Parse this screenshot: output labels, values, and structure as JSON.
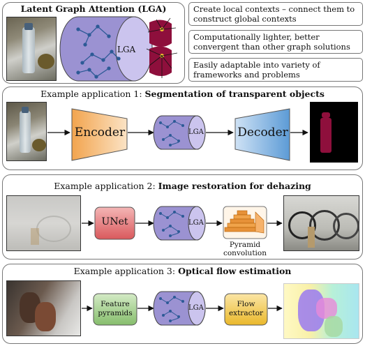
{
  "lga_panel": {
    "title": "Latent Graph Attention (LGA)",
    "cylinder_label": "LGA"
  },
  "key_points": [
    "Create local contexts – connect them to construct global contexts",
    "Computationally lighter, better convergent than other graph solutions",
    "Easily adaptable into variety of frameworks and problems"
  ],
  "applications": [
    {
      "title_prefix": "Example application 1: ",
      "title_bold": "Segmentation of transparent objects",
      "blocks": [
        "Encoder",
        "LGA",
        "Decoder"
      ]
    },
    {
      "title_prefix": "Example application 2: ",
      "title_bold": "Image restoration for dehazing",
      "blocks": [
        "UNet",
        "LGA",
        "Pyramid convolution"
      ]
    },
    {
      "title_prefix": "Example application 3: ",
      "title_bold": "Optical flow estimation",
      "blocks": [
        "Feature pyramids",
        "LGA",
        "Flow extractor"
      ]
    }
  ],
  "colors": {
    "cylinder_fill": "#9b92d2",
    "cylinder_cap": "#cbc4ee",
    "graph_edges": "#2d5a96",
    "encoder": "#f6b26b",
    "decoder": "#6fa8dc",
    "unet": "#e06666",
    "feature_pyramids": "#93c47d",
    "flow_extractor": "#f1c232",
    "segmentation_mask": "#8e0f3c"
  }
}
